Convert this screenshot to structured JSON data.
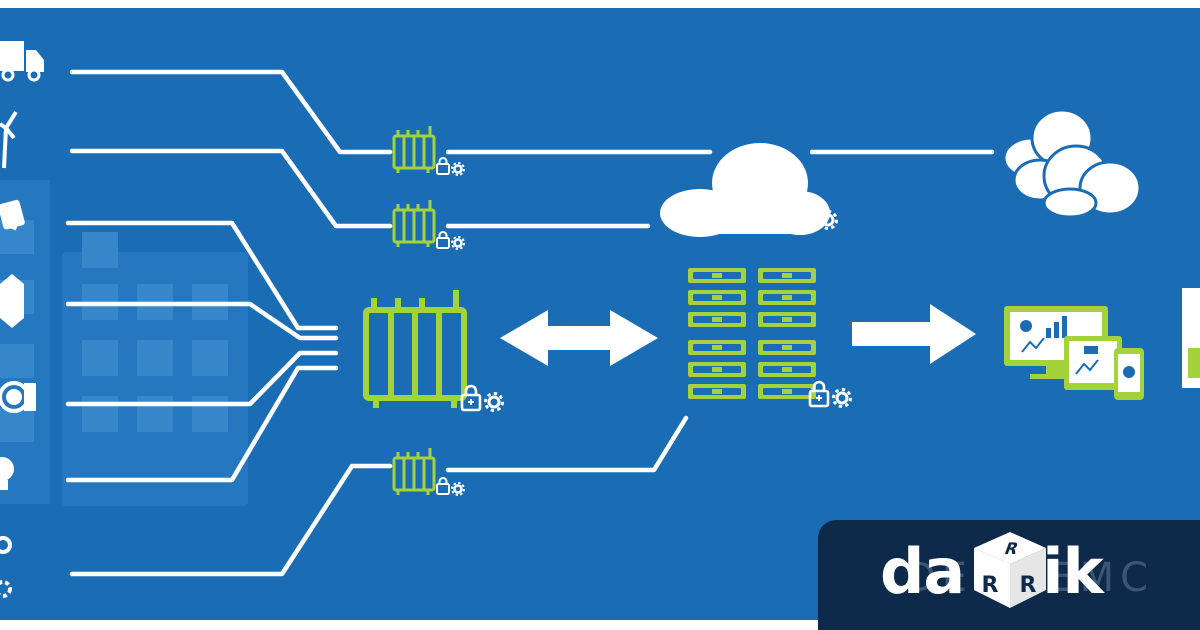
{
  "brand": {
    "logo_text_left": "da",
    "logo_text_right": "ik",
    "dice_letter": "R",
    "watermark": "DELL EMC"
  },
  "colors": {
    "background": "#1a6db5",
    "line": "#ffffff",
    "device": "#a4d23a",
    "cloud": "#ffffff",
    "panel": "#2a7cc4",
    "brand_box": "#0d2a4a"
  },
  "icons": [
    "truck-icon",
    "wind-turbine-icon",
    "camera-icon",
    "box-icon",
    "turbine-engine-icon",
    "lightbulb-icon",
    "gear-icon",
    "gateway-icon",
    "lock-icon",
    "cloud-icon",
    "server-rack-icon",
    "monitor-icon",
    "tablet-icon",
    "phone-icon",
    "double-arrow-icon",
    "right-arrow-icon"
  ]
}
